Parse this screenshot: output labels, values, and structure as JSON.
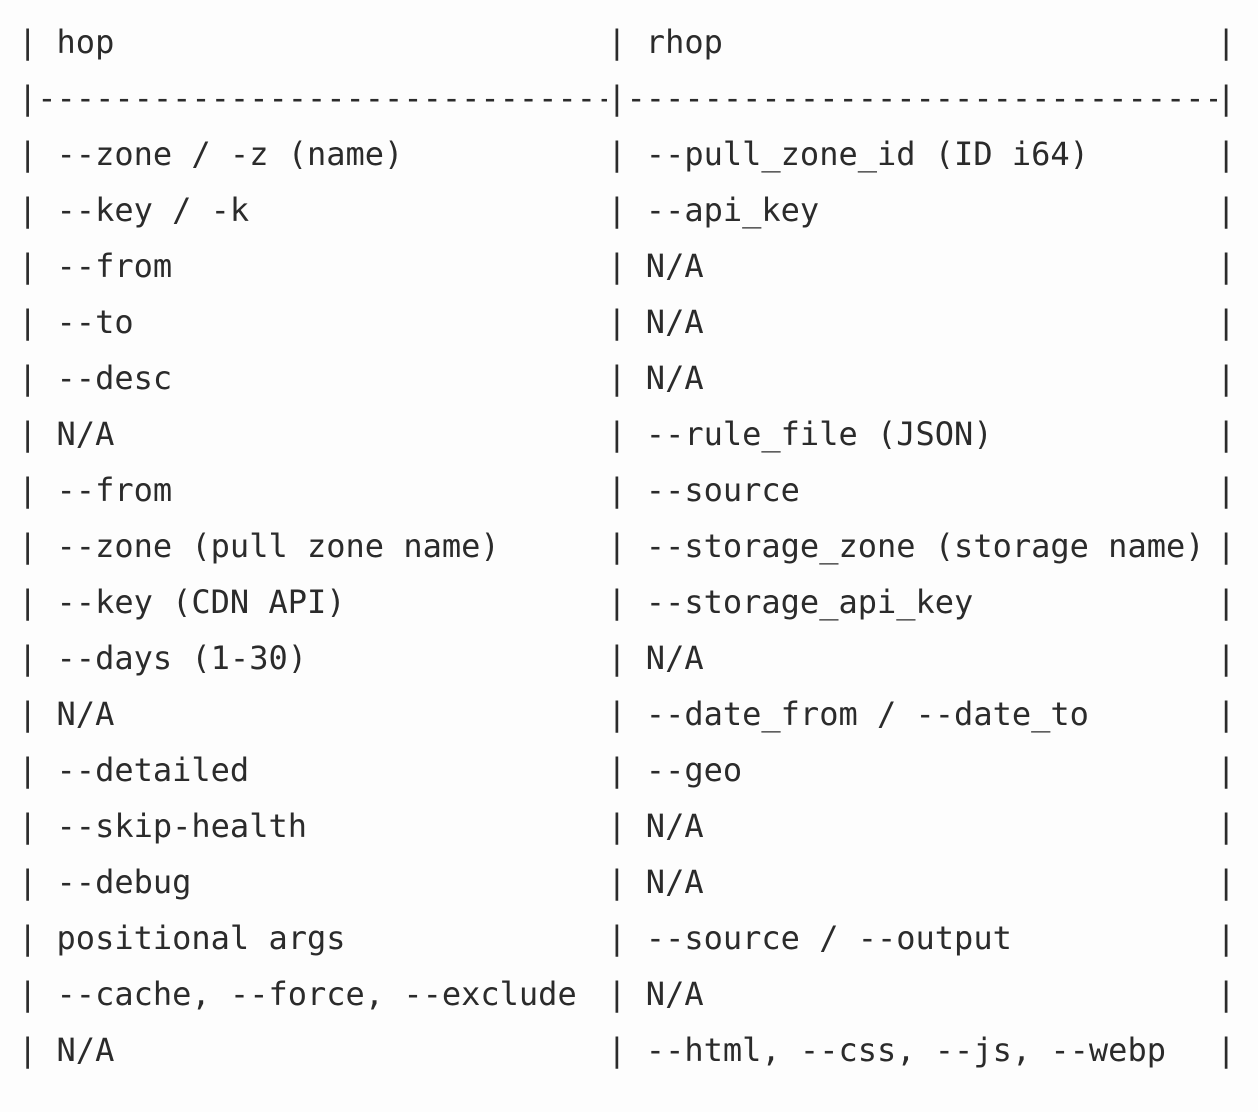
{
  "document": {
    "type": "markdown-ascii-table",
    "background_color": "#fdfdfd",
    "text_color": "#2b2b2b",
    "border_char": "|",
    "separator_char": "-",
    "left_column_width_chars": 31,
    "right_column_width_chars": 33
  },
  "table": {
    "headers": [
      "hop",
      "rhop"
    ],
    "separator": {
      "left": "-------------------------------",
      "right": "---------------------------------"
    },
    "rows": [
      {
        "hop": "--zone / -z (name)",
        "rhop": "--pull_zone_id (ID i64)"
      },
      {
        "hop": "--key / -k",
        "rhop": "--api_key"
      },
      {
        "hop": "--from",
        "rhop": "N/A"
      },
      {
        "hop": "--to",
        "rhop": "N/A"
      },
      {
        "hop": "--desc",
        "rhop": "N/A"
      },
      {
        "hop": "N/A",
        "rhop": "--rule_file (JSON)"
      },
      {
        "hop": "--from",
        "rhop": "--source"
      },
      {
        "hop": "--zone (pull zone name)",
        "rhop": "--storage_zone (storage name)"
      },
      {
        "hop": "--key (CDN API)",
        "rhop": "--storage_api_key"
      },
      {
        "hop": "--days (1-30)",
        "rhop": "N/A"
      },
      {
        "hop": "N/A",
        "rhop": "--date_from / --date_to"
      },
      {
        "hop": "--detailed",
        "rhop": "--geo"
      },
      {
        "hop": "--skip-health",
        "rhop": "N/A"
      },
      {
        "hop": "--debug",
        "rhop": "N/A"
      },
      {
        "hop": "positional args",
        "rhop": "--source / --output"
      },
      {
        "hop": "--cache, --force, --exclude",
        "rhop": "N/A"
      },
      {
        "hop": "N/A",
        "rhop": "--html, --css, --js, --webp"
      }
    ]
  }
}
